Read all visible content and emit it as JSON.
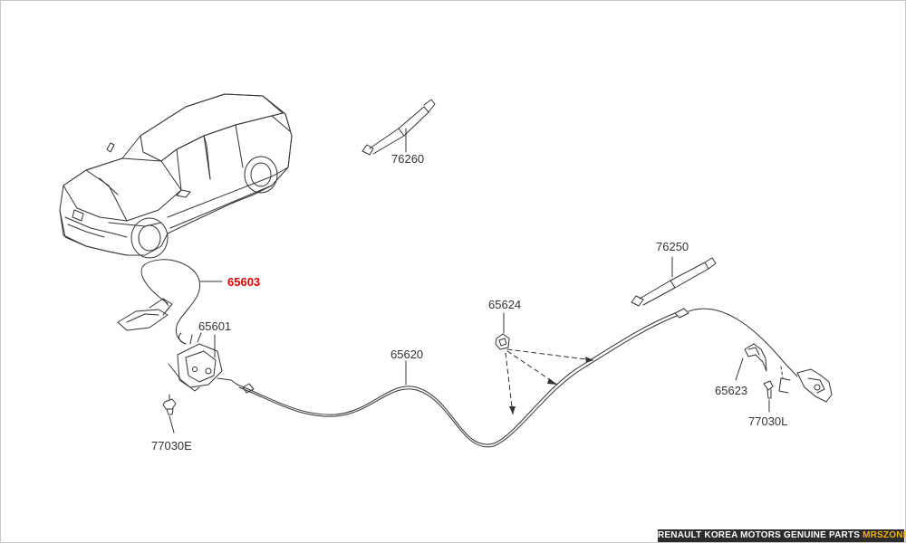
{
  "parts": [
    {
      "id": "p-76260",
      "number": "76260",
      "highlight": false
    },
    {
      "id": "p-76250",
      "number": "76250",
      "highlight": false
    },
    {
      "id": "p-65603",
      "number": "65603",
      "highlight": true
    },
    {
      "id": "p-65624",
      "number": "65624",
      "highlight": false
    },
    {
      "id": "p-65601",
      "number": "65601",
      "highlight": false
    },
    {
      "id": "p-65620",
      "number": "65620",
      "highlight": false
    },
    {
      "id": "p-65623",
      "number": "65623",
      "highlight": false
    },
    {
      "id": "p-77030L",
      "number": "77030L",
      "highlight": false
    },
    {
      "id": "p-77030E",
      "number": "77030E",
      "highlight": false
    }
  ],
  "footer": {
    "brand_text": "RENAULT KOREA MOTORS GENUINE PARTS ",
    "accent_text": "MRSZONE"
  },
  "colors": {
    "line": "#333333",
    "highlight": "#e00000",
    "footer_bg": "#2b2b2b",
    "footer_accent": "#f2b400"
  }
}
